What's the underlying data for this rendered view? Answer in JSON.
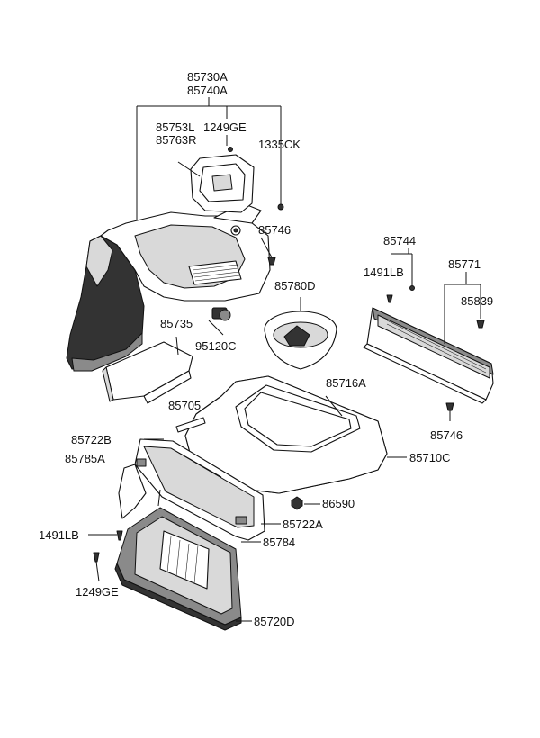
{
  "labels": {
    "p85730A": "85730A",
    "p85740A": "85740A",
    "p85753L": "85753L",
    "p85763R": "85763R",
    "p1249GE_top": "1249GE",
    "p1335CK": "1335CK",
    "p85746_left": "85746",
    "p85780D": "85780D",
    "p85735": "85735",
    "p95120C": "95120C",
    "p85744": "85744",
    "p1491LB_right": "1491LB",
    "p85771": "85771",
    "p85839": "85839",
    "p85746_right": "85746",
    "p85716A": "85716A",
    "p85705": "85705",
    "p85722B": "85722B",
    "p85785A": "85785A",
    "p85710C": "85710C",
    "p86590": "86590",
    "p85722A": "85722A",
    "p1491LB_left": "1491LB",
    "p85784": "85784",
    "p1249GE_bottom": "1249GE",
    "p85720D": "85720D"
  }
}
